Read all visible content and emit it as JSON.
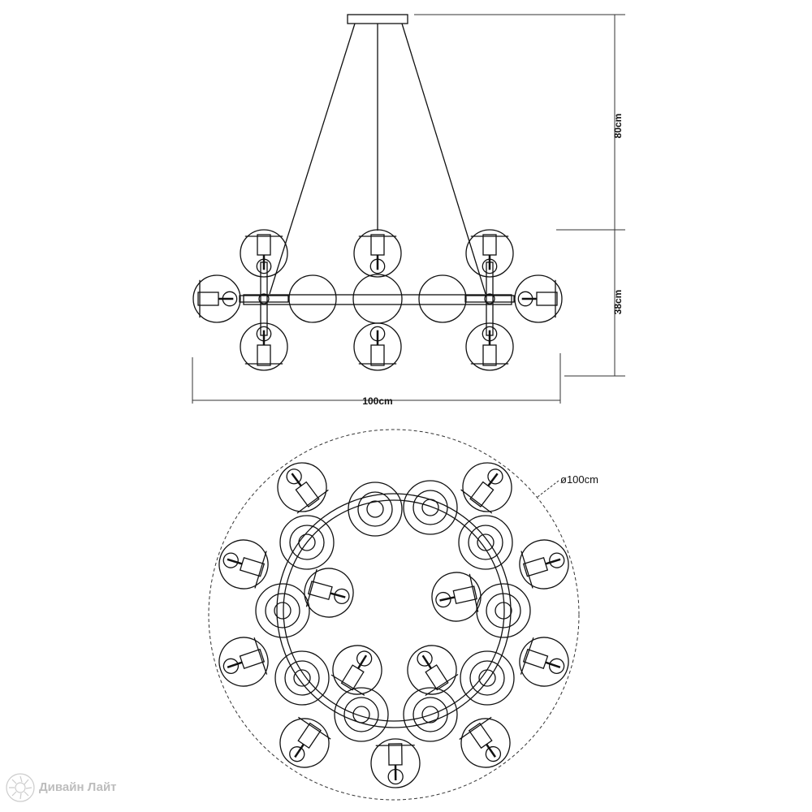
{
  "front_view": {
    "height_drop_label": "80cm",
    "height_body_label": "38cm",
    "width_label": "100cm"
  },
  "top_view": {
    "diameter_label": "ø100cm"
  },
  "logo": {
    "text": "Дивайн Лайт"
  }
}
